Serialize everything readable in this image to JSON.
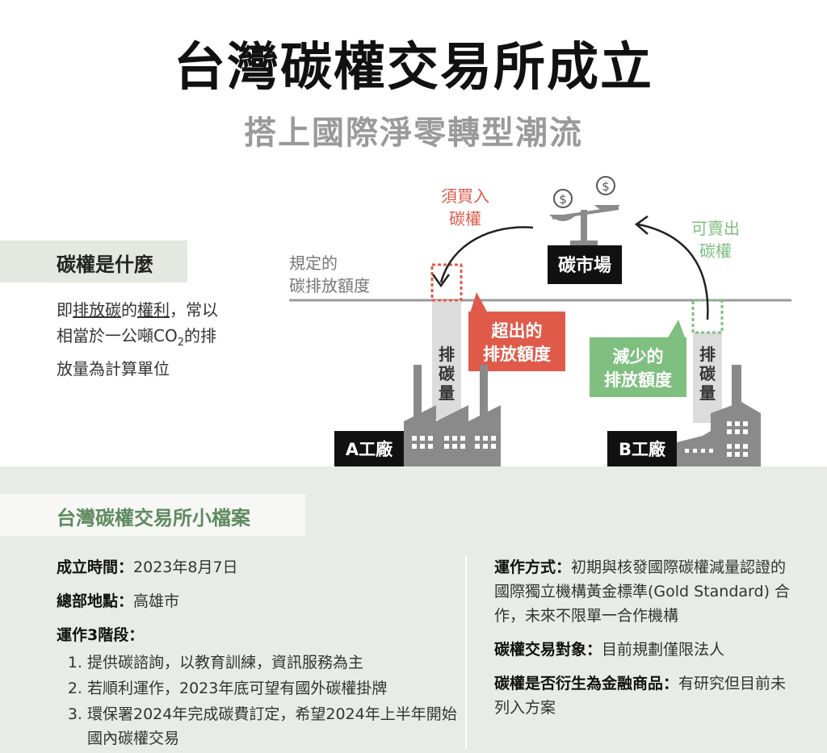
{
  "header": {
    "title": "台灣碳權交易所成立",
    "subtitle": "搭上國際淨零轉型潮流"
  },
  "what_is": {
    "heading": "碳權是什麼",
    "desc_pre": "即",
    "desc_ul1": "排放碳",
    "desc_mid": "的",
    "desc_ul2": "權利",
    "desc_line1_end": "，常以",
    "desc_line2a": "相當於一公噸CO",
    "desc_sub": "2",
    "desc_line2b": "的排",
    "desc_line3": "放量為計算單位"
  },
  "diagram": {
    "buy_label_1": "須買入",
    "buy_label_2": "碳權",
    "sell_label_1": "可賣出",
    "sell_label_2": "碳權",
    "market_label": "碳市場",
    "limit_label_1": "規定的",
    "limit_label_2": "碳排放額度",
    "excess_label_1": "超出的",
    "excess_label_2": "排放額度",
    "reduced_label_1": "減少的",
    "reduced_label_2": "排放額度",
    "emission_a": [
      "排",
      "碳",
      "量"
    ],
    "emission_b": [
      "排",
      "碳",
      "量"
    ],
    "factory_a": "A工廠",
    "factory_b": "B工廠",
    "coin_symbol": "$",
    "colors": {
      "red": "#e05a4a",
      "green": "#7fbf7f",
      "gray": "#8a8a8a",
      "dark": "#111111"
    }
  },
  "profile": {
    "heading": "台灣碳權交易所小檔案",
    "founded_label": "成立時間：",
    "founded_value": "2023年8月7日",
    "hq_label": "總部地點：",
    "hq_value": "高雄市",
    "stages_label": "運作3階段：",
    "stages": [
      "提供碳諮詢，以教育訓練，資訊服務為主",
      "若順利運作，2023年底可望有國外碳權掛牌",
      "環保署2024年完成碳費訂定，希望2024年上半年開始國內碳權交易"
    ],
    "operation_label": "運作方式：",
    "operation_value": "初期與核發國際碳權減量認證的國際獨立機構黃金標準(Gold Standard) 合作，未來不限單一合作機構",
    "target_label": "碳權交易對象：",
    "target_value": "目前規劃僅限法人",
    "derivative_label": "碳權是否衍生為金融商品：",
    "derivative_value": "有研究但目前未列入方案"
  }
}
